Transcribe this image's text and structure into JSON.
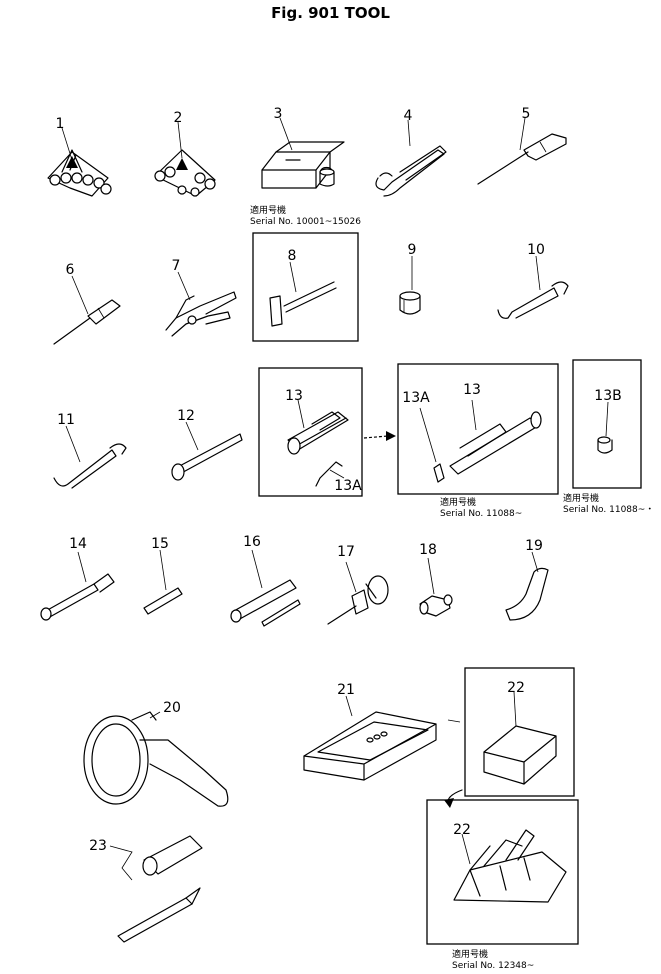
{
  "title": "Fig. 901 TOOL",
  "callouts": [
    "1",
    "2",
    "3",
    "4",
    "5",
    "6",
    "7",
    "8",
    "9",
    "10",
    "11",
    "12",
    "13",
    "13A",
    "13",
    "13A",
    "13B",
    "14",
    "15",
    "16",
    "17",
    "18",
    "19",
    "20",
    "21",
    "22",
    "22",
    "23"
  ],
  "notes": {
    "n3": {
      "jp": "適用号機",
      "serial": "Serial No. 10001~15026"
    },
    "n13": {
      "jp": "適用号機",
      "serial": "Serial No. 11088~"
    },
    "n13b": {
      "jp": "適用号機",
      "serial": "Serial No. 11088~・"
    },
    "n22": {
      "jp": "適用号機",
      "serial": "Serial No. 12348~"
    }
  }
}
